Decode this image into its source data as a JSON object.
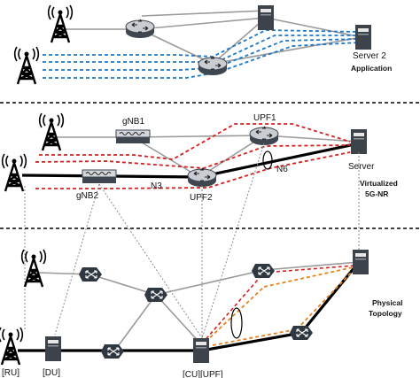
{
  "labels": {
    "server2": "Server 2",
    "application": "Application",
    "gnb1": "gNB1",
    "gnb2": "gNB2",
    "upf1": "UPF1",
    "upf2": "UPF2",
    "n3": "N3",
    "n6": "N6",
    "server": "Server",
    "virtualized_line1": "Virtualized",
    "virtualized_line2": "5G-NR",
    "physical_line1": "Physical",
    "physical_line2": "Topology",
    "ru": "[RU]",
    "du": "[DU]",
    "cu_upf": "[CU][UPF]"
  },
  "colors": {
    "blue_flow": "#1f78c8",
    "red_flow": "#d62020",
    "orange_flow": "#e8821e",
    "link": "#9a9a9a",
    "thick_link": "#000000"
  },
  "icons": {
    "tower": "radio-tower-icon",
    "router": "router-icon",
    "server": "server-icon",
    "gnb": "gnb-box-icon",
    "switch": "optical-switch-icon"
  }
}
